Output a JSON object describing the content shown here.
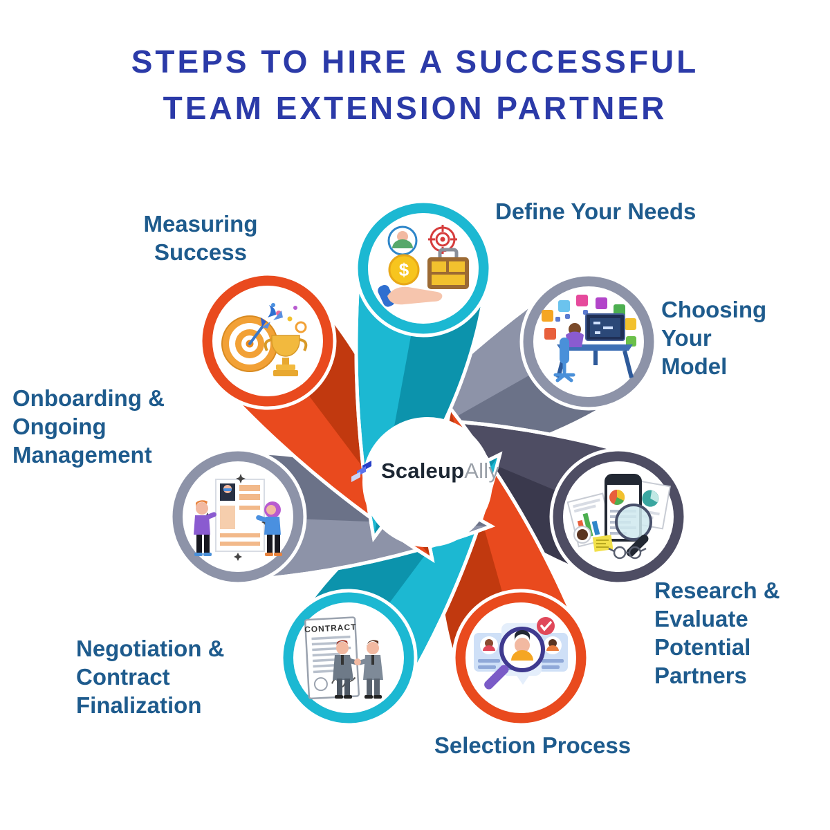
{
  "title": {
    "line1": "STEPS TO HIRE A SUCCESSFUL",
    "line2": "TEAM EXTENSION PARTNER"
  },
  "brand": {
    "name_bold": "Scaleup",
    "name_light": "Ally",
    "icon": "scaleupally-steps-icon"
  },
  "diagram": {
    "type": "pinwheel-cycle",
    "step_count": 7
  },
  "colors": {
    "background": "#ffffff",
    "title_text": "#2b3aa8",
    "label_text": "#1e5b8d",
    "teal": "#1cb8d2",
    "teal_shade": "#0c93ac",
    "gray": "#8d93a8",
    "gray_shade": "#6b7288",
    "slate": "#4e4d63",
    "slate_shade": "#3a394d",
    "orange": "#e94a1e",
    "orange_shade": "#c1390f",
    "logo_dark": "#1d2733",
    "logo_light": "#9aa0a8",
    "logo_icon_blue": "#2e47d8"
  },
  "steps": [
    {
      "label": "Define Your Needs",
      "color": "teal",
      "icon": "needs-icon"
    },
    {
      "label": "Choosing\nYour\nModel",
      "color": "gray",
      "icon": "model-icon"
    },
    {
      "label": "Research &\nEvaluate\nPotential\nPartners",
      "color": "slate",
      "icon": "research-icon"
    },
    {
      "label": "Selection Process",
      "color": "orange",
      "icon": "selection-icon"
    },
    {
      "label": "Negotiation &\nContract\nFinalization",
      "color": "teal",
      "icon": "contract-icon"
    },
    {
      "label": "Onboarding &\nOngoing\nManagement",
      "color": "gray",
      "icon": "onboarding-icon"
    },
    {
      "label": "Measuring\nSuccess",
      "color": "orange",
      "icon": "success-icon"
    }
  ]
}
